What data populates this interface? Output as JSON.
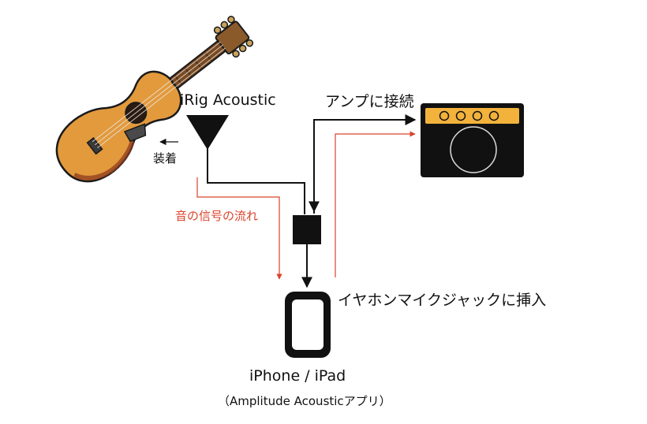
{
  "labels": {
    "irig": "iRig Acoustic",
    "attach": "装着",
    "connect_amp": "アンプに接続",
    "signal_flow": "音の信号の流れ",
    "insert_jack": "イヤホンマイクジャックに挿入",
    "device": "iPhone / iPad",
    "app": "（Amplitude Acousticアプリ）"
  },
  "colors": {
    "signal": "#d9442c",
    "line": "#111111",
    "guitar_body": "#e39a3c",
    "guitar_neck": "#7a4a22",
    "amp_panel": "#f2b23c"
  }
}
